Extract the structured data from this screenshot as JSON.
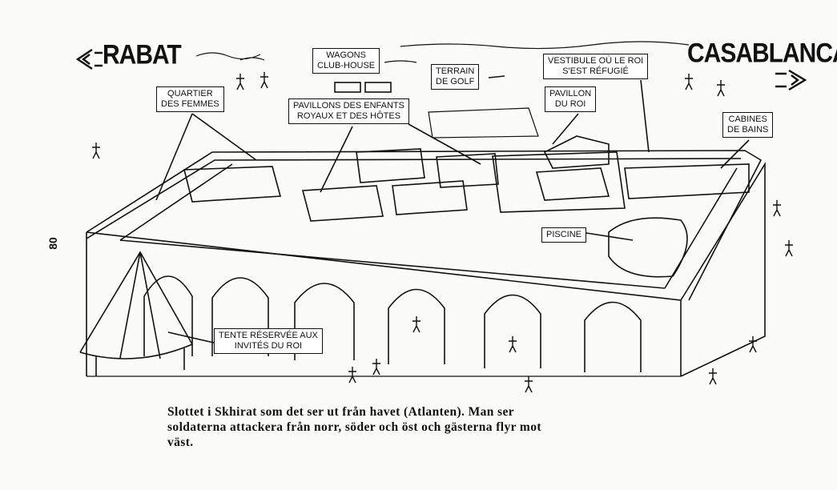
{
  "page_number": "80",
  "directions": {
    "left": "RABAT",
    "right": "CASABLANCA"
  },
  "labels": {
    "wagons": [
      "WAGONS",
      "CLUB-HOUSE"
    ],
    "golf": [
      "TERRAIN",
      "DE GOLF"
    ],
    "vestibule": [
      "VESTIBULE OÙ LE ROI",
      "S'EST RÉFUGIÉ"
    ],
    "femmes": [
      "QUARTIER",
      "DES FEMMES"
    ],
    "enfants": [
      "PAVILLONS DES ENFANTS",
      "ROYAUX ET DES HÔTES"
    ],
    "pavillon_roi": [
      "PAVILLON",
      "DU ROI"
    ],
    "cabines": [
      "CABINES",
      "DE BAINS"
    ],
    "piscine": [
      "PISCINE"
    ],
    "tente": [
      "TENTE RÉSERVÉE AUX",
      "INVITÉS DU ROI"
    ]
  },
  "caption": [
    "Slottet i Skhirat som det ser ut från havet (Atlanten). Man ser",
    "soldaterna attackera från norr, söder och öst och gästerna flyr mot",
    "väst."
  ]
}
